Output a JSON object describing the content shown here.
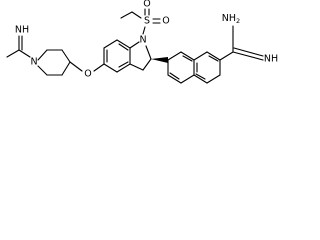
{
  "diagram": {
    "kind": "chemical-structure",
    "atoms": {
      "imine_nh_left": "NH",
      "piperidine_n": "N",
      "ether_o": "O",
      "indoline_n": "N",
      "sulfonyl_s": "S",
      "sulfonyl_o_top": "O",
      "sulfonyl_o_right": "O",
      "amidine_nh2_label": "NH",
      "amidine_nh2_subscript": "2",
      "amidine_nh": "NH"
    }
  }
}
